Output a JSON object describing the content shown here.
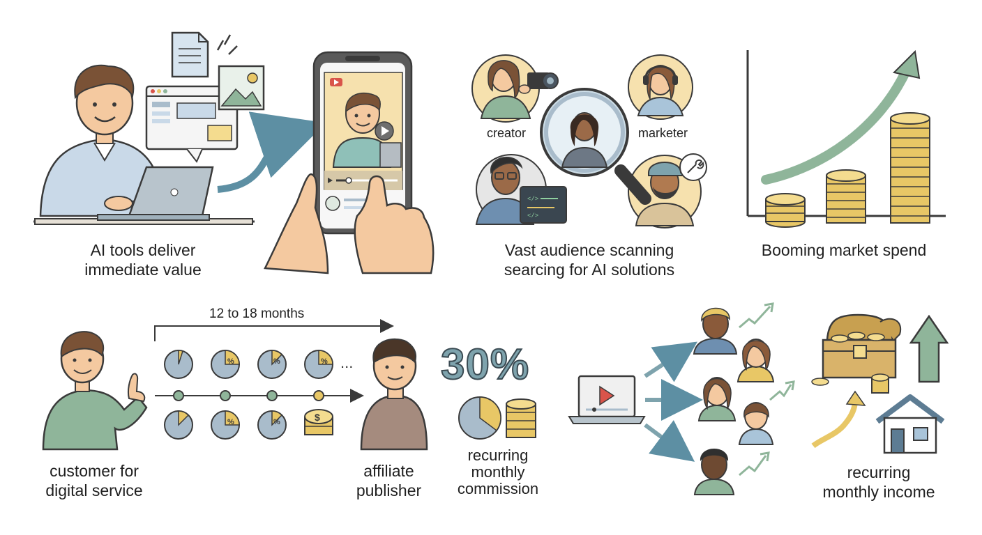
{
  "panels": {
    "ai_tools": {
      "caption_lines": [
        "AI tools deliver",
        "immediate value"
      ]
    },
    "audience": {
      "caption_lines": [
        "Vast audience scanning",
        "searcing for AI solutions"
      ],
      "labels": {
        "creator": "creator",
        "marketer": "marketer"
      }
    },
    "market": {
      "caption_lines": [
        "Booming market spend"
      ]
    },
    "customer": {
      "caption_lines": [
        "customer for",
        "digital service"
      ],
      "duration": "12 to 18 months",
      "ellipsis": "...",
      "affiliate_lines": [
        "affiliate",
        "publisher"
      ]
    },
    "commission": {
      "percent": "30%",
      "caption_lines": [
        "recurring",
        "monthly",
        "commission"
      ]
    },
    "income": {
      "caption_lines": [
        "recurring",
        "monthly income"
      ]
    }
  },
  "icons": {
    "percent_glyph": "%",
    "dollar_glyph": "$"
  },
  "colors": {
    "ink": "#3a3a3a",
    "blue": "#c9d9e8",
    "slate": "#a9bccb",
    "gold": "#e8c766",
    "green": "#8fb59a",
    "skin": "#f4c9a0",
    "hair": "#7a5236",
    "red": "#d9544a"
  }
}
